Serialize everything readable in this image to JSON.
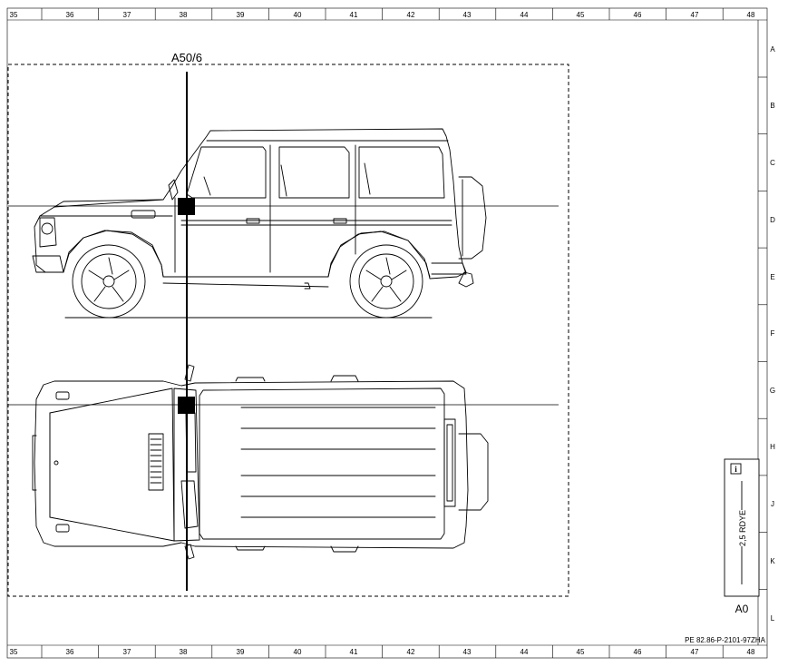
{
  "frame": {
    "columns": [
      "35",
      "36",
      "37",
      "38",
      "39",
      "40",
      "41",
      "42",
      "43",
      "44",
      "45",
      "46",
      "47",
      "48"
    ],
    "rows": [
      "A",
      "B",
      "C",
      "D",
      "E",
      "F",
      "G",
      "H",
      "J",
      "K",
      "L"
    ]
  },
  "diagram": {
    "component_label": "A50/6",
    "wire_label": "2,5 RDYE",
    "info_icon": "i",
    "grid_ref": "A0",
    "document_code": "PE 82.86-P-2101-97ZHA"
  }
}
